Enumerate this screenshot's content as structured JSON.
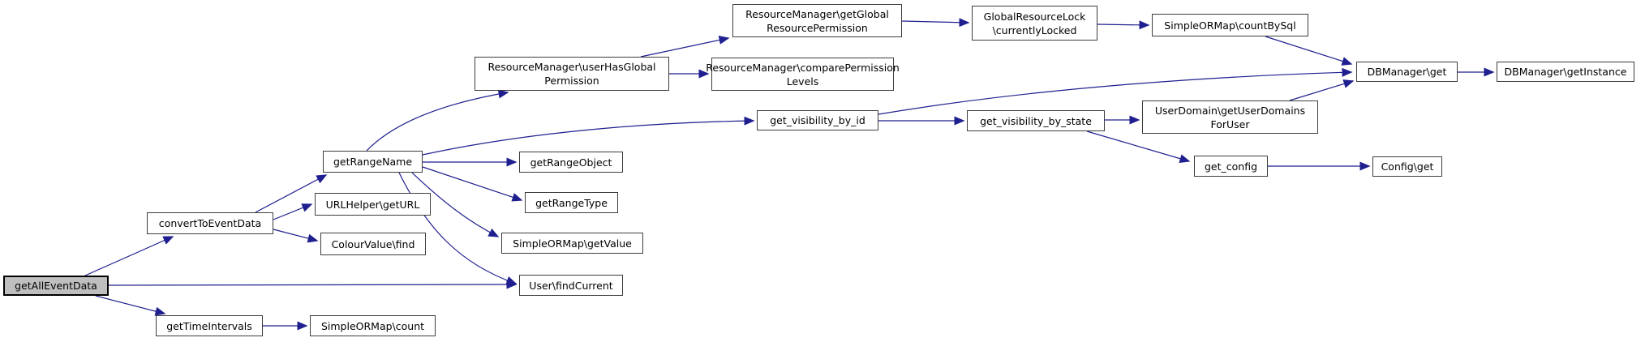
{
  "graph": {
    "type": "call-graph",
    "highlighted": "getAllEventData",
    "nodes": [
      {
        "id": "getAllEventData",
        "label": "getAllEventData"
      },
      {
        "id": "convertToEventData",
        "label": "convertToEventData"
      },
      {
        "id": "getTimeIntervals",
        "label": "getTimeIntervals"
      },
      {
        "id": "SimpleORMap_count",
        "label": "SimpleORMap\\count"
      },
      {
        "id": "getRangeName",
        "label": "getRangeName"
      },
      {
        "id": "URLHelper_getURL",
        "label": "URLHelper\\getURL"
      },
      {
        "id": "ColourValue_find",
        "label": "ColourValue\\find"
      },
      {
        "id": "User_findCurrent",
        "label": "User\\findCurrent"
      },
      {
        "id": "getRangeObject",
        "label": "getRangeObject"
      },
      {
        "id": "getRangeType",
        "label": "getRangeType"
      },
      {
        "id": "SimpleORMap_getValue",
        "label": "SimpleORMap\\getValue"
      },
      {
        "id": "ResourceManager_userHasGlobalPermission",
        "label": "ResourceManager\\userHasGlobal\nPermission"
      },
      {
        "id": "ResourceManager_comparePermissionLevels",
        "label": "ResourceManager\\comparePermission\nLevels"
      },
      {
        "id": "ResourceManager_getGlobalResourcePermission",
        "label": "ResourceManager\\getGlobal\nResourcePermission"
      },
      {
        "id": "GlobalResourceLock_currentlyLocked",
        "label": "GlobalResourceLock\n\\currentlyLocked"
      },
      {
        "id": "SimpleORMap_countBySql",
        "label": "SimpleORMap\\countBySql"
      },
      {
        "id": "DBManager_get",
        "label": "DBManager\\get"
      },
      {
        "id": "DBManager_getInstance",
        "label": "DBManager\\getInstance"
      },
      {
        "id": "get_visibility_by_id",
        "label": "get_visibility_by_id"
      },
      {
        "id": "get_visibility_by_state",
        "label": "get_visibility_by_state"
      },
      {
        "id": "UserDomain_getUserDomainsForUser",
        "label": "UserDomain\\getUserDomains\nForUser"
      },
      {
        "id": "get_config",
        "label": "get_config"
      },
      {
        "id": "Config_get",
        "label": "Config\\get"
      }
    ],
    "edges": [
      {
        "from": "getAllEventData",
        "to": "convertToEventData"
      },
      {
        "from": "getAllEventData",
        "to": "User_findCurrent"
      },
      {
        "from": "getAllEventData",
        "to": "getTimeIntervals"
      },
      {
        "from": "convertToEventData",
        "to": "getRangeName"
      },
      {
        "from": "convertToEventData",
        "to": "URLHelper_getURL"
      },
      {
        "from": "convertToEventData",
        "to": "ColourValue_find"
      },
      {
        "from": "getTimeIntervals",
        "to": "SimpleORMap_count"
      },
      {
        "from": "getRangeName",
        "to": "ResourceManager_userHasGlobalPermission"
      },
      {
        "from": "getRangeName",
        "to": "get_visibility_by_id"
      },
      {
        "from": "getRangeName",
        "to": "getRangeObject"
      },
      {
        "from": "getRangeName",
        "to": "getRangeType"
      },
      {
        "from": "getRangeName",
        "to": "SimpleORMap_getValue"
      },
      {
        "from": "getRangeName",
        "to": "User_findCurrent"
      },
      {
        "from": "ResourceManager_userHasGlobalPermission",
        "to": "ResourceManager_getGlobalResourcePermission"
      },
      {
        "from": "ResourceManager_userHasGlobalPermission",
        "to": "ResourceManager_comparePermissionLevels"
      },
      {
        "from": "ResourceManager_getGlobalResourcePermission",
        "to": "GlobalResourceLock_currentlyLocked"
      },
      {
        "from": "GlobalResourceLock_currentlyLocked",
        "to": "SimpleORMap_countBySql"
      },
      {
        "from": "SimpleORMap_countBySql",
        "to": "DBManager_get"
      },
      {
        "from": "get_visibility_by_id",
        "to": "get_visibility_by_state"
      },
      {
        "from": "get_visibility_by_id",
        "to": "DBManager_get"
      },
      {
        "from": "get_visibility_by_state",
        "to": "UserDomain_getUserDomainsForUser"
      },
      {
        "from": "get_visibility_by_state",
        "to": "get_config"
      },
      {
        "from": "UserDomain_getUserDomainsForUser",
        "to": "DBManager_get"
      },
      {
        "from": "get_config",
        "to": "Config_get"
      },
      {
        "from": "DBManager_get",
        "to": "DBManager_getInstance"
      }
    ]
  },
  "colors": {
    "edge": "#1f1f8f",
    "node_border": "#3d3d3d",
    "node_fill": "#ffffff",
    "focus_fill": "#bfbfbf",
    "text": "#000000",
    "background": "#ffffff"
  }
}
